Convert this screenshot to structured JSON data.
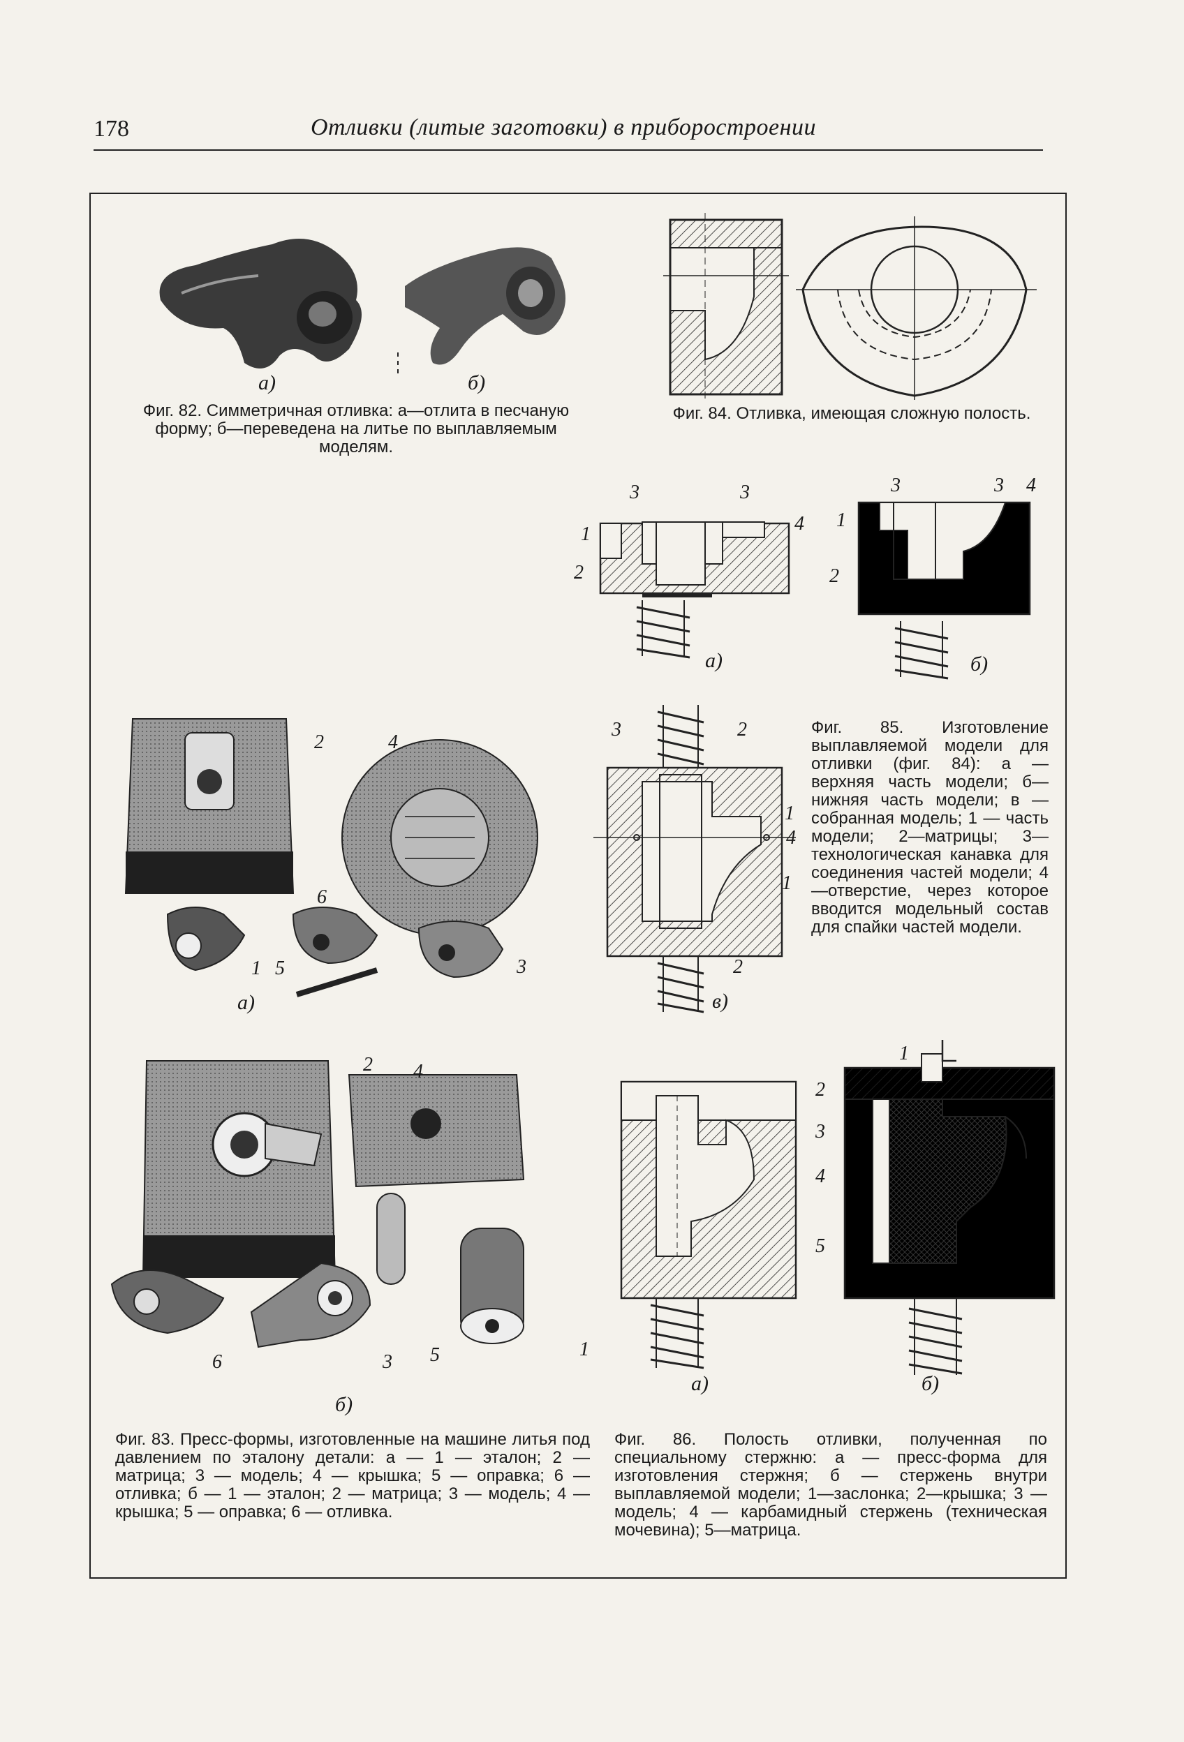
{
  "header": {
    "page_number": "178",
    "running_title": "Отливки (литые заготовки) в приборостроении"
  },
  "fig82": {
    "label_a": "а)",
    "label_b": "б)",
    "caption": "Фиг. 82. Симметричная отливка: а—отлита в песчаную форму; б—переведена на литье по выплавляемым моделям."
  },
  "fig84": {
    "caption": "Фиг. 84. Отливка, имеющая сложную полость."
  },
  "fig85": {
    "label_a": "а)",
    "label_b": "б)",
    "label_v": "в)",
    "a_numbers": [
      "1",
      "2",
      "3",
      "3",
      "4"
    ],
    "b_numbers": [
      "1",
      "2",
      "3",
      "3",
      "4"
    ],
    "v_numbers": [
      "3",
      "2",
      "1",
      "4",
      "1",
      "2"
    ],
    "caption": "Фиг. 85. Изготовление выплавляемой модели для отливки (фиг. 84): а — верхняя часть модели; б—нижняя часть модели; в — собранная модель; 1 — часть модели; 2—матрицы; 3—технологическая канавка для соединения частей модели; 4—отверстие, через которое вводится модельный состав для спайки частей модели."
  },
  "fig83": {
    "label_a": "а)",
    "label_b": "б)",
    "a_numbers": [
      "2",
      "4",
      "6",
      "1",
      "5",
      "3"
    ],
    "b_numbers": [
      "2",
      "4",
      "6",
      "3",
      "5",
      "1"
    ],
    "caption": "Фиг. 83. Пресс-формы, изготовленные на машине литья под давлением по эталону детали: а — 1 — эталон; 2 — матрица; 3 — модель; 4 — крышка; 5 — оправка; 6 — отливка; б — 1 — эталон; 2 — матрица; 3 — модель; 4 — крышка; 5 — оправка; 6 — отливка."
  },
  "fig86": {
    "label_a": "а)",
    "label_b": "б)",
    "numbers": [
      "1",
      "2",
      "3",
      "4",
      "5"
    ],
    "caption": "Фиг. 86. Полость отливки, полученная по специальному стержню: а — пресс-форма для изготовления стержня; б — стержень внутри выплавляемой модели; 1—заслонка; 2—крышка; 3 — модель; 4 — карбамидный стержень (техническая мочевина); 5—матрица."
  },
  "colors": {
    "ink": "#1a1a1a",
    "paper": "#f4f2ec"
  }
}
